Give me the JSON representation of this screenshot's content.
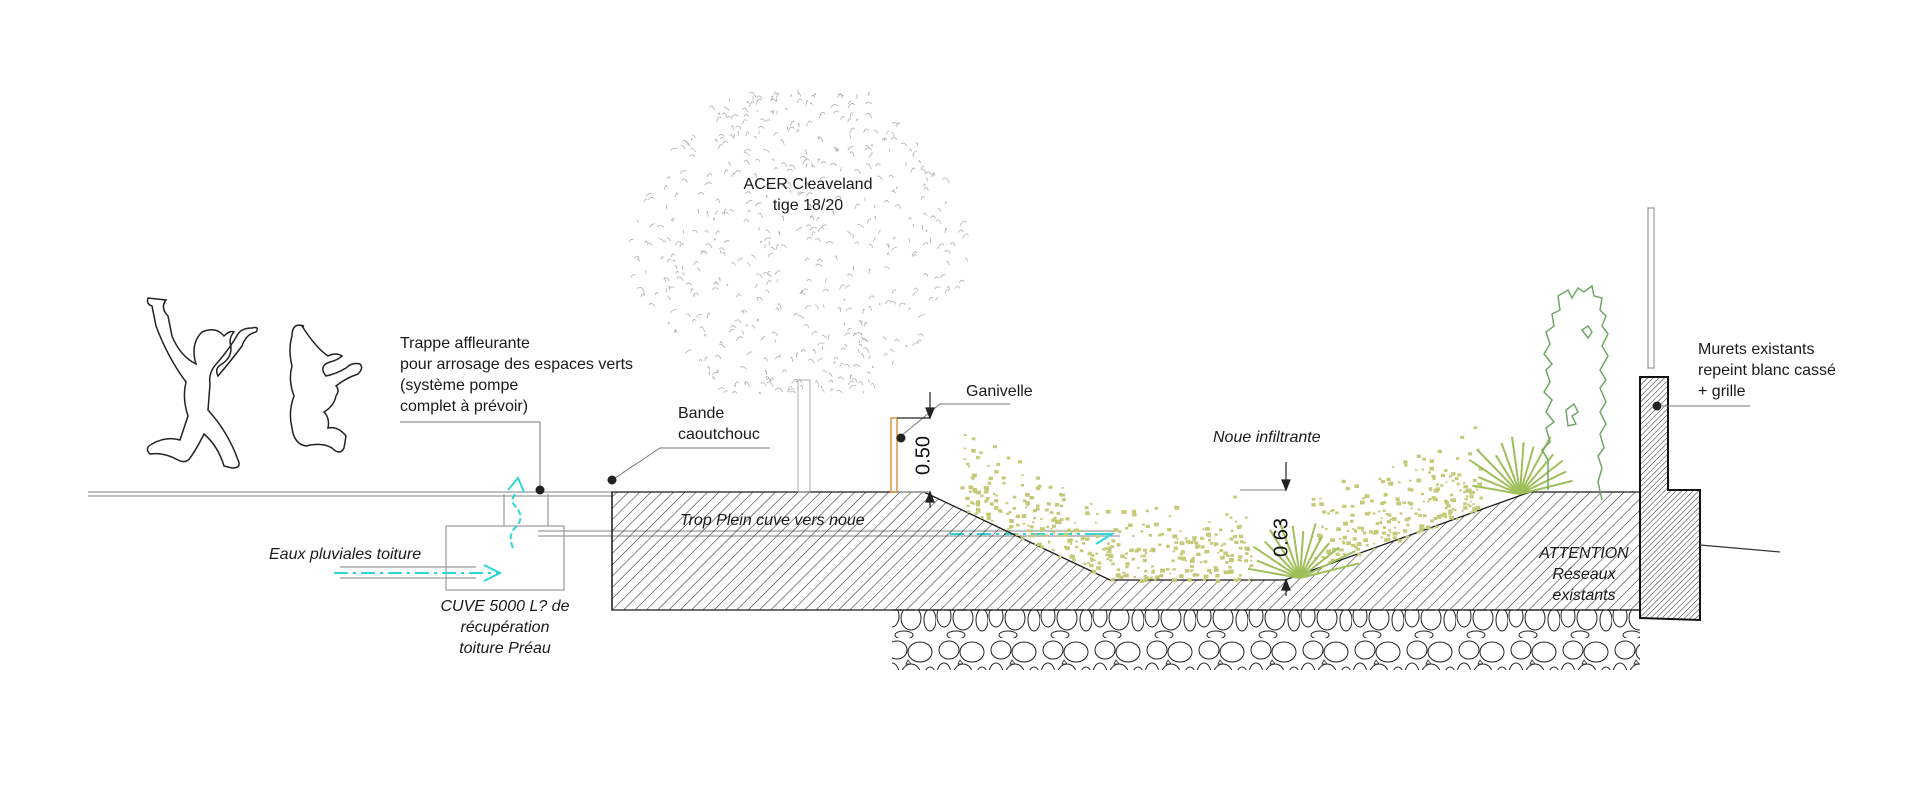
{
  "diagram": {
    "type": "cross-section",
    "colors": {
      "line": "#1a1a1a",
      "light_line": "#9a9a9a",
      "water": "#2fd6d6",
      "ganivelle": "#e09a4a",
      "vegetation": "#c6c978",
      "grass": "#9fbf5a",
      "climber": "#6fa865"
    },
    "labels": {
      "tree": [
        "ACER Cleaveland",
        "tige 18/20"
      ],
      "trappe": [
        "Trappe affleurante",
        "pour arrosage des espaces verts",
        "(système pompe",
        "complet à prévoir)"
      ],
      "bande": [
        "Bande",
        "caoutchouc"
      ],
      "ganivelle": "Ganivelle",
      "noue": "Noue infiltrante",
      "murets": [
        "Murets existants",
        "repeint blanc cassé",
        "+ grille"
      ],
      "eaux": "Eaux pluviales toiture",
      "cuve": [
        "CUVE 5000 L? de",
        "récupération",
        "toiture Préau"
      ],
      "trop_plein": "Trop Plein cuve vers noue",
      "attention": [
        "ATTENTION",
        "Réseaux",
        "existants"
      ]
    },
    "dimensions": {
      "ganivelle_height": "0.50",
      "noue_depth": "0.63"
    }
  }
}
